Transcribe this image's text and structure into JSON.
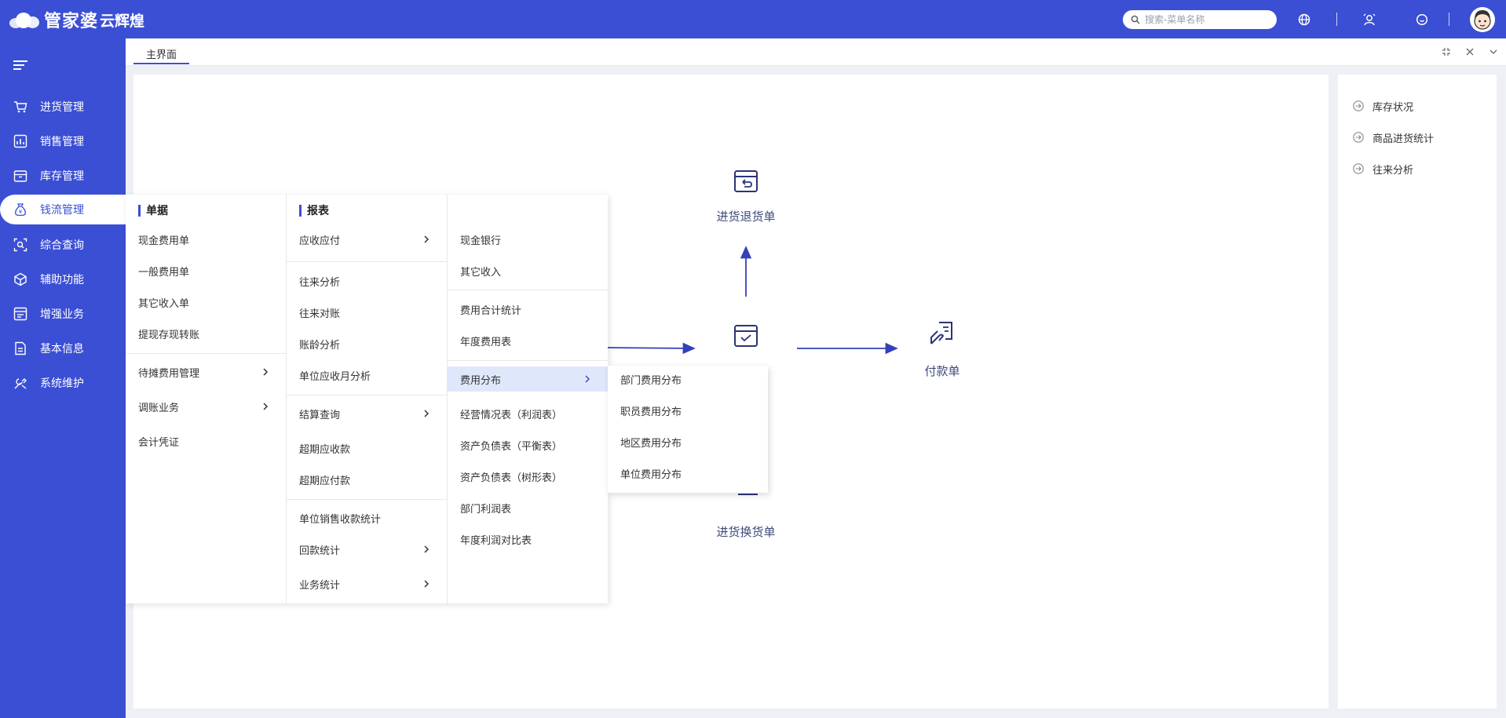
{
  "header": {
    "logo_main": "管家婆",
    "logo_sub": "云辉煌",
    "search_placeholder": "搜索-菜单名称"
  },
  "sidebar": {
    "items": [
      {
        "label": "进货管理",
        "icon": "cart-icon"
      },
      {
        "label": "销售管理",
        "icon": "chart-icon"
      },
      {
        "label": "库存管理",
        "icon": "box-icon"
      },
      {
        "label": "钱流管理",
        "icon": "money-bag-icon",
        "active": true
      },
      {
        "label": "综合查询",
        "icon": "scan-search-icon"
      },
      {
        "label": "辅助功能",
        "icon": "cube-icon"
      },
      {
        "label": "增强业务",
        "icon": "panel-icon"
      },
      {
        "label": "基本信息",
        "icon": "document-icon"
      },
      {
        "label": "系统维护",
        "icon": "tools-icon"
      }
    ]
  },
  "tabs": [
    {
      "label": "主界面"
    }
  ],
  "right_panel": {
    "items": [
      {
        "label": "库存状况"
      },
      {
        "label": "商品进货统计"
      },
      {
        "label": "往来分析"
      }
    ]
  },
  "flow": {
    "return_purchase": "进货退货单",
    "payment": "付款单",
    "exchange_purchase": "进货换货单"
  },
  "mega_menu": {
    "col1": {
      "title": "单据",
      "items": [
        "现金费用单",
        "一般费用单",
        "其它收入单",
        "提现存现转账",
        "待摊费用管理",
        "调账业务",
        "会计凭证"
      ]
    },
    "col2": {
      "title": "报表",
      "items": [
        "应收应付",
        "往来分析",
        "往来对账",
        "账龄分析",
        "单位应收月分析",
        "结算查询",
        "超期应收款",
        "超期应付款",
        "单位销售收款统计",
        "回款统计",
        "业务统计"
      ]
    },
    "col3": {
      "items": [
        "现金银行",
        "其它收入",
        "费用合计统计",
        "年度费用表",
        "费用分布",
        "经营情况表（利润表）",
        "资产负债表（平衡表）",
        "资产负债表（树形表）",
        "部门利润表",
        "年度利润对比表"
      ]
    },
    "submenu": {
      "items": [
        "部门费用分布",
        "职员费用分布",
        "地区费用分布",
        "单位费用分布"
      ]
    }
  },
  "colors": {
    "brand": "#3b4fd4",
    "highlight": "#dfe7fb",
    "flow_icon": "#2b3475"
  }
}
